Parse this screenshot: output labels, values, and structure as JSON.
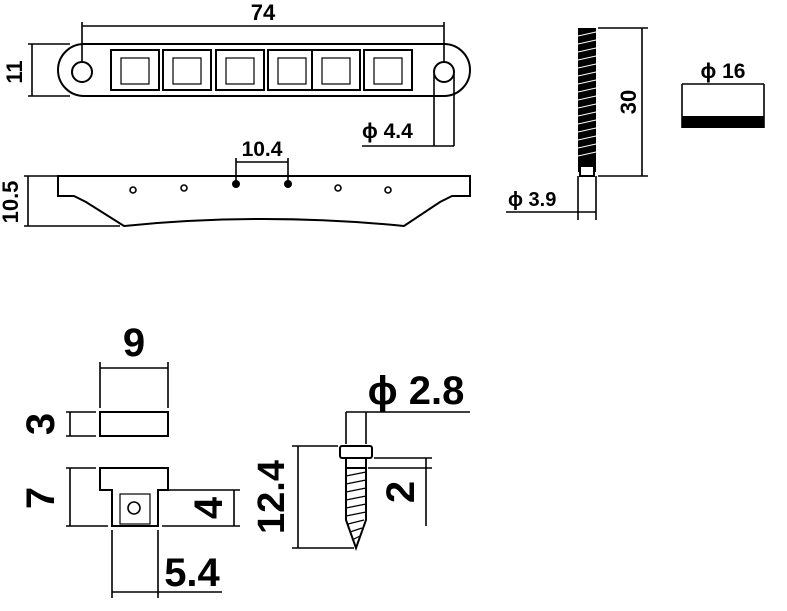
{
  "bridge_top": {
    "width": "74",
    "height": "11",
    "hole_diameter": "ϕ 4.4"
  },
  "bridge_side": {
    "saddle_spacing": "10.4",
    "height": "10.5"
  },
  "post": {
    "length": "30",
    "diameter": "ϕ 3.9"
  },
  "wheel": {
    "diameter": "ϕ 16"
  },
  "saddle": {
    "width": "9",
    "top_height": "3",
    "height": "7",
    "slot_height": "4",
    "slot_offset": "5.4"
  },
  "screw": {
    "diameter": "ϕ 2.8",
    "length": "12.4",
    "head": "2"
  }
}
